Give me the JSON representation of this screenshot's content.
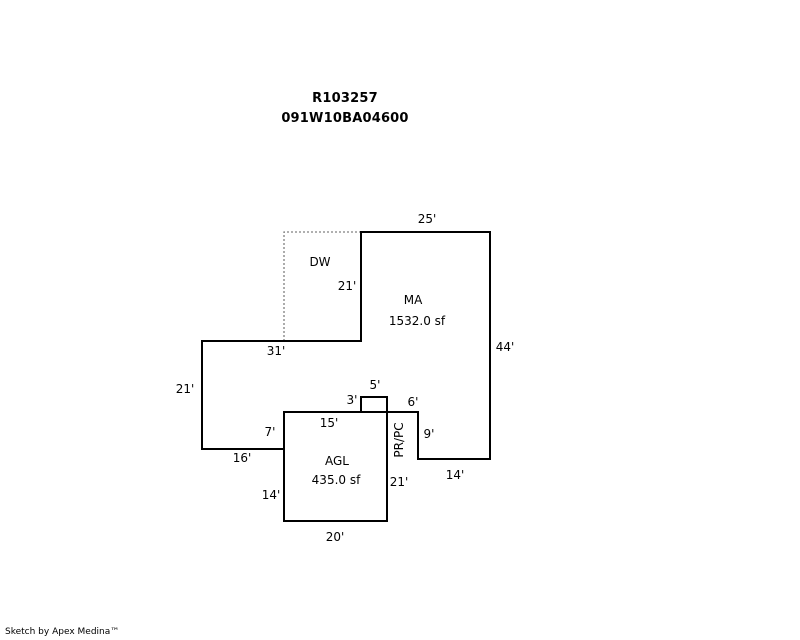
{
  "header": {
    "account": "R103257",
    "map_tax_lot": "091W10BA04600"
  },
  "areas": {
    "ma": {
      "name": "MA",
      "area": "1532.0 sf"
    },
    "dw": {
      "name": "DW"
    },
    "agl": {
      "name": "AGL",
      "area": "435.0 sf"
    },
    "prpc": {
      "name": "PR/PC"
    }
  },
  "dimensions": {
    "ma_top": "25'",
    "ma_right": "44'",
    "ma_bottom": "14'",
    "notch_vertical": "9'",
    "notch_horizontal": "6'",
    "step_top": "5'",
    "step_side": "3'",
    "dw_right": "21'",
    "ma_mid_horizontal": "31'",
    "left_vertical": "21'",
    "left_bottom": "16'",
    "left_step": "7'",
    "agl_top": "15'",
    "agl_left": "14'",
    "agl_right": "21'",
    "agl_bottom": "20'"
  },
  "footer": {
    "credit": "Sketch by Apex Medina™"
  },
  "colors": {
    "line": "#000000",
    "dashed_line": "#808080",
    "background": "#ffffff"
  }
}
